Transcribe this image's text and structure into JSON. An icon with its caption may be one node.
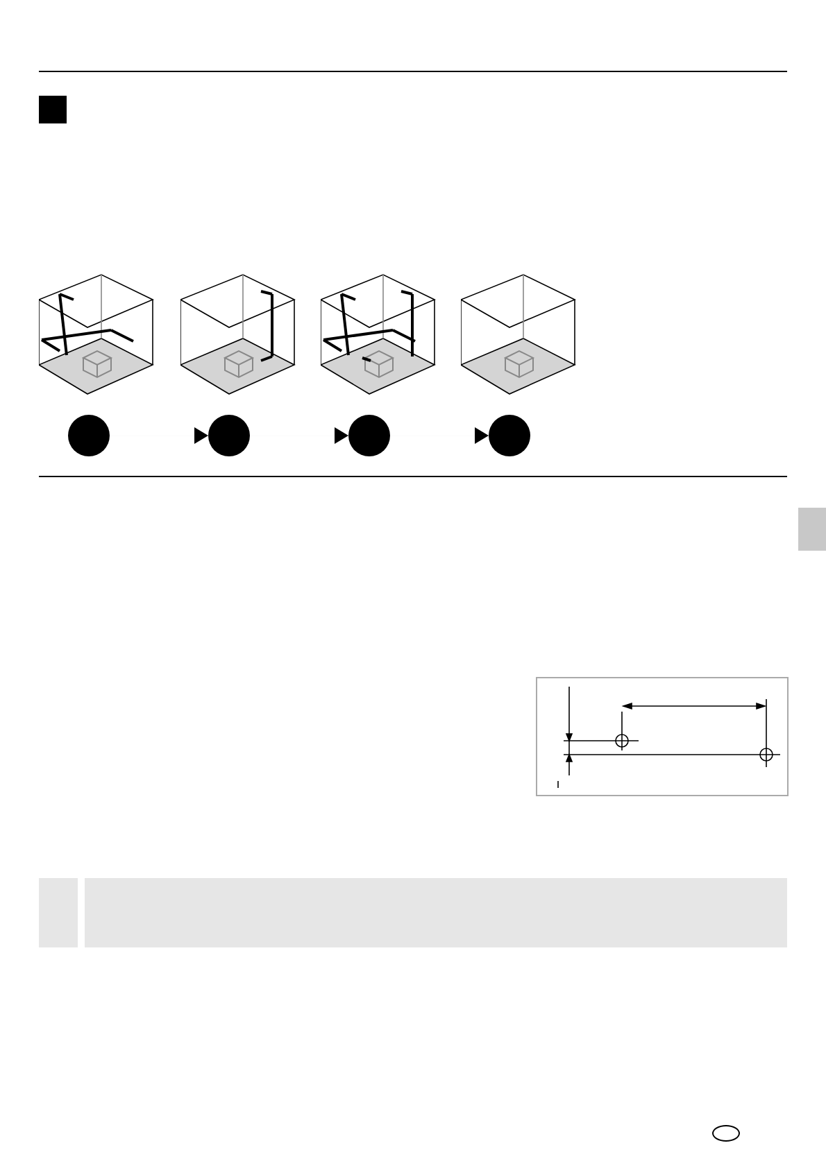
{
  "diagram": {
    "nodes": [
      {
        "text": [],
        "shape": "circle"
      },
      {
        "text": [],
        "shape": "circle"
      },
      {
        "text": [],
        "shape": "circle"
      },
      {
        "text": [],
        "shape": "circle"
      }
    ],
    "edges": [
      {
        "from": 0,
        "to": 1,
        "arrow": "to"
      },
      {
        "from": 1,
        "to": 2,
        "arrow": "to"
      },
      {
        "from": 2,
        "to": 3,
        "arrow": "to"
      }
    ]
  }
}
